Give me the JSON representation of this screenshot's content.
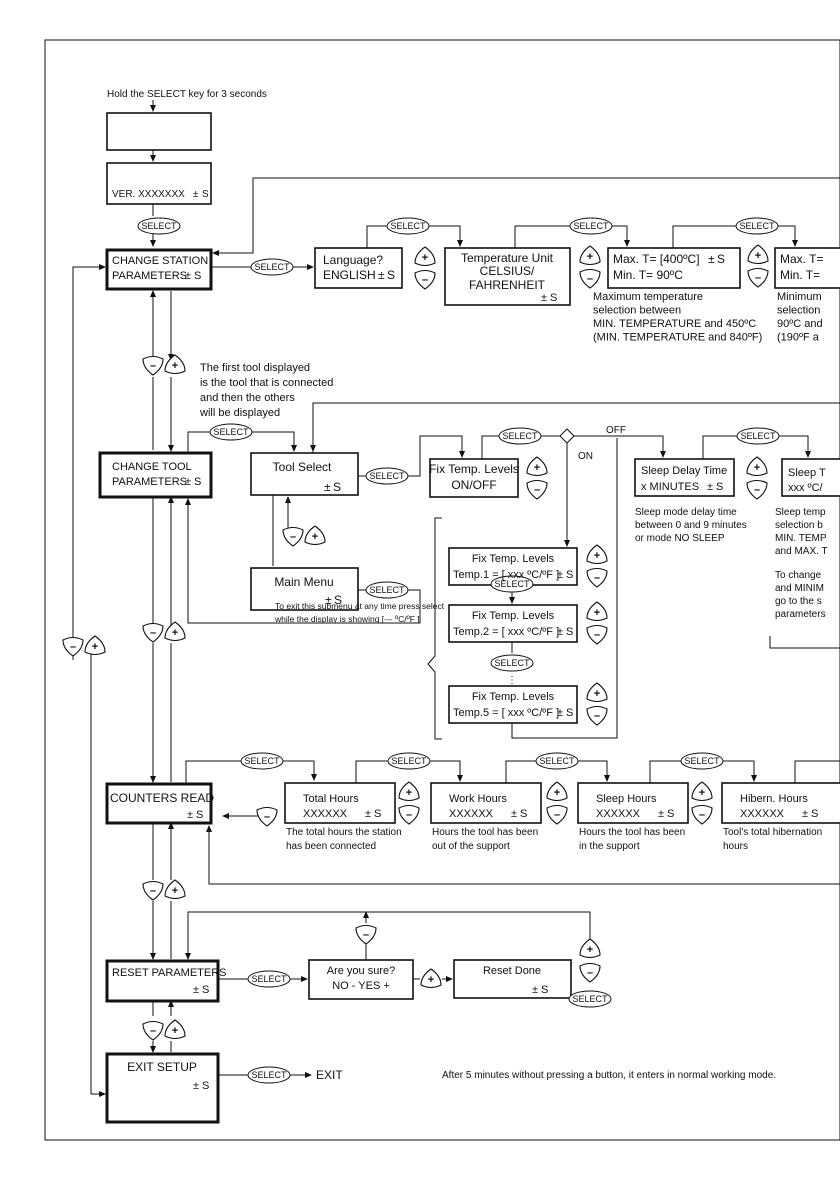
{
  "intro": "Hold the SELECT key for 3 seconds",
  "version": "VER. XXXXXXX",
  "pm": "±",
  "s": "S",
  "select": "SELECT",
  "plus": "+",
  "minus": "–",
  "ellipsis": "⋮",
  "menus": {
    "station": [
      "CHANGE STATION",
      "PARAMETERS"
    ],
    "tool": [
      "CHANGE TOOL",
      "PARAMETERS"
    ],
    "counters": "COUNTERS READ",
    "reset": "RESET PARAMETERS",
    "exit": "EXIT SETUP"
  },
  "station_params": {
    "language": [
      "Language?",
      "ENGLISH"
    ],
    "temp_unit": [
      "Temperature Unit",
      "CELSIUS/",
      "FAHRENHEIT"
    ],
    "max_temp": [
      "Max. T= [400ºC]",
      "Min. T=      90ºC"
    ],
    "max_desc": [
      "Maximum temperature",
      "selection between",
      "MIN. TEMPERATURE and 450ºC",
      "(MIN. TEMPERATURE and 840ºF)"
    ],
    "min_temp": [
      "Max. T=",
      "Min. T="
    ],
    "min_desc": [
      "Minimum",
      "selection",
      "90ºC and",
      "(190ºF a"
    ]
  },
  "tool_note": [
    "The first tool displayed",
    "is the tool that is connected",
    "and then the others",
    "will be displayed"
  ],
  "tool_params": {
    "tool_select": "Tool Select",
    "main_menu": "Main Menu",
    "fix_onoff": [
      "Fix Temp. Levels",
      "ON/OFF"
    ],
    "on": "ON",
    "off": "OFF",
    "fix_title": "Fix Temp. Levels",
    "fix_levels": [
      "Temp.1 = [ xxx ºC/ºF ]",
      "Temp.2 = [ xxx ºC/ºF ]",
      "Temp.5 = [ xxx ºC/ºF ]"
    ],
    "exit_note": [
      "To exit this submenu at any time press select",
      "while the display is showing [--- ºC/ºF ]"
    ],
    "sleep_delay": [
      "Sleep Delay Time",
      "x MINUTES"
    ],
    "sleep_delay_desc": [
      "Sleep mode delay time",
      "between 0 and 9 minutes",
      "or mode NO SLEEP"
    ],
    "sleep_temp": [
      "Sleep T",
      "xxx ºC/"
    ],
    "sleep_temp_desc": [
      "Sleep temp",
      "selection b",
      "MIN. TEMP",
      "and MAX. T",
      "To change",
      "and MINIM",
      "go to the s",
      "parameters"
    ]
  },
  "counters": [
    {
      "title": "Total Hours",
      "value": "XXXXXX",
      "desc": [
        "The total hours the station",
        "has been connected"
      ]
    },
    {
      "title": "Work Hours",
      "value": "XXXXXX",
      "desc": [
        "Hours the tool has been",
        "out of the support"
      ]
    },
    {
      "title": "Sleep Hours",
      "value": "XXXXXX",
      "desc": [
        "Hours the tool has been",
        "in the support"
      ]
    },
    {
      "title": "Hibern. Hours",
      "value": "XXXXXX",
      "desc": [
        "Tool's total hibernation",
        "hours"
      ]
    }
  ],
  "reset": {
    "confirm": [
      "Are you sure?",
      "NO -   YES +"
    ],
    "done": "Reset Done"
  },
  "exit_label": "EXIT",
  "footer": "After 5 minutes without pressing a button, it enters in normal working mode."
}
